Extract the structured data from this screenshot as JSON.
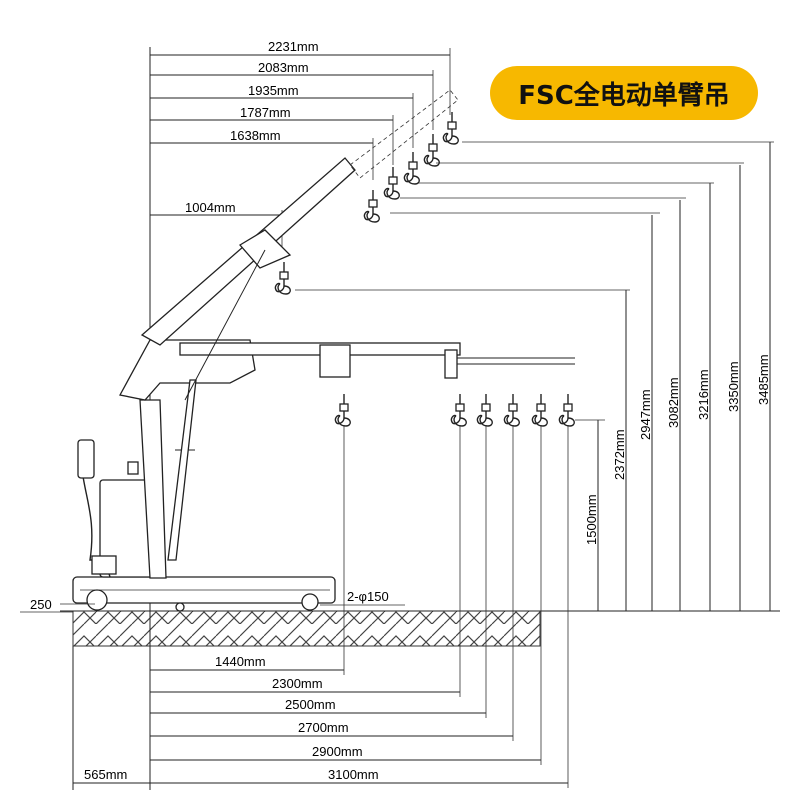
{
  "title": "FSC全电动单臂吊",
  "top_reach": [
    "2231mm",
    "2083mm",
    "1935mm",
    "1787mm",
    "1638mm",
    "1004mm"
  ],
  "bottom_reach": [
    "1440mm",
    "2300mm",
    "2500mm",
    "2700mm",
    "2900mm",
    "3100mm"
  ],
  "heights": [
    "1500mm",
    "2372mm",
    "2947mm",
    "3082mm",
    "3216mm",
    "3350mm",
    "3485mm"
  ],
  "left_dims": {
    "wheel_offset": "250",
    "rear_length": "565mm"
  },
  "wheel_note": "2-φ150",
  "colors": {
    "badge": "#f7b800",
    "line": "#222222"
  }
}
